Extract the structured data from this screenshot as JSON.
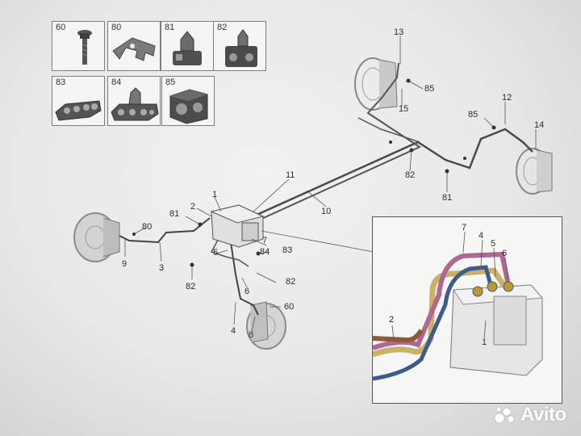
{
  "parts_legend": [
    {
      "number": "60",
      "icon": "bolt-icon"
    },
    {
      "number": "80",
      "icon": "bracket-clip-icon"
    },
    {
      "number": "81",
      "icon": "push-clip-icon"
    },
    {
      "number": "82",
      "icon": "double-clip-icon"
    },
    {
      "number": "83",
      "icon": "pipe-holder-icon"
    },
    {
      "number": "84",
      "icon": "multi-clip-icon"
    },
    {
      "number": "85",
      "icon": "block-holder-icon"
    }
  ],
  "callouts": {
    "c1": "1",
    "c2": "2",
    "c3": "3",
    "c4": "4",
    "c5": "5",
    "c6": "6",
    "c7": "7",
    "c8": "8",
    "c9": "9",
    "c10": "10",
    "c11": "11",
    "c12": "12",
    "c13": "13",
    "c14": "14",
    "c15": "15",
    "c60": "60",
    "c80": "80",
    "c81a": "81",
    "c81b": "81",
    "c82a": "82",
    "c82b": "82",
    "c82c": "82",
    "c83": "83",
    "c84": "84",
    "c85a": "85",
    "c85b": "85"
  },
  "inset_callouts": {
    "i1": "1",
    "i2": "2",
    "i4": "4",
    "i5": "5",
    "i6": "6",
    "i7": "7"
  },
  "watermark": {
    "text": "Avito"
  },
  "colors": {
    "pipe_magenta": "#b06890",
    "pipe_tan": "#c9b16a",
    "pipe_blue": "#3d5c8a",
    "pipe_brown": "#8a5a3c"
  }
}
